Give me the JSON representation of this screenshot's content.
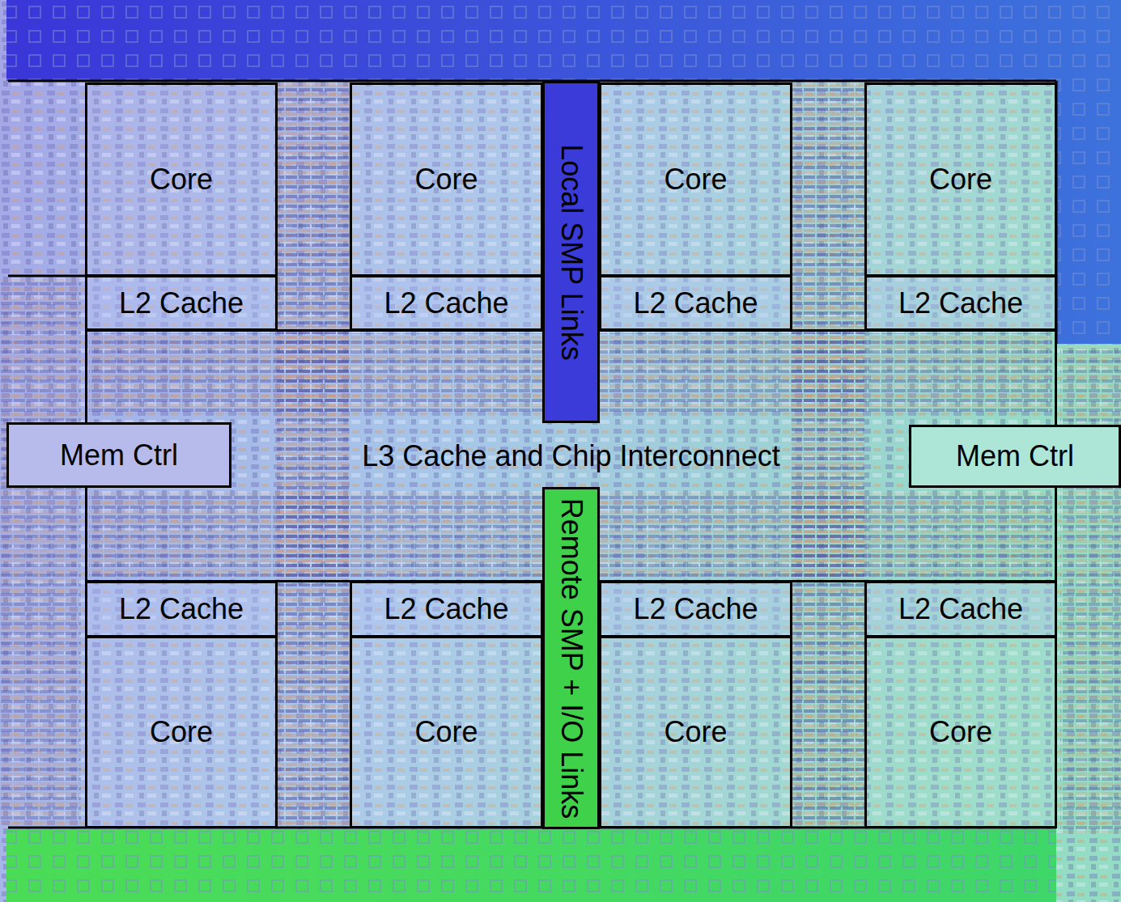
{
  "diagram": {
    "nodes": [
      {
        "text": [
          "Core"
        ]
      },
      {
        "text": [
          "Core"
        ]
      },
      {
        "text": [
          "Local SMP Links"
        ]
      },
      {
        "text": [
          "Core"
        ]
      },
      {
        "text": [
          "Core"
        ]
      },
      {
        "text": [
          "L2 Cache"
        ]
      },
      {
        "text": [
          "L2 Cache"
        ]
      },
      {
        "text": [
          "L2 Cache"
        ]
      },
      {
        "text": [
          "L2 Cache"
        ]
      },
      {
        "text": [
          "Mem Ctrl"
        ]
      },
      {
        "text": [
          "L3 Cache and Chip Interconnect"
        ]
      },
      {
        "text": [
          "Mem Ctrl"
        ]
      },
      {
        "text": [
          "L2 Cache"
        ]
      },
      {
        "text": [
          "L2 Cache"
        ]
      },
      {
        "text": [
          "L2 Cache"
        ]
      },
      {
        "text": [
          "L2 Cache"
        ]
      },
      {
        "text": [
          "Remote SMP + I/O Links"
        ]
      },
      {
        "text": [
          "Core"
        ]
      },
      {
        "text": [
          "Core"
        ]
      },
      {
        "text": [
          "Core"
        ]
      },
      {
        "text": [
          "Core"
        ]
      }
    ]
  }
}
